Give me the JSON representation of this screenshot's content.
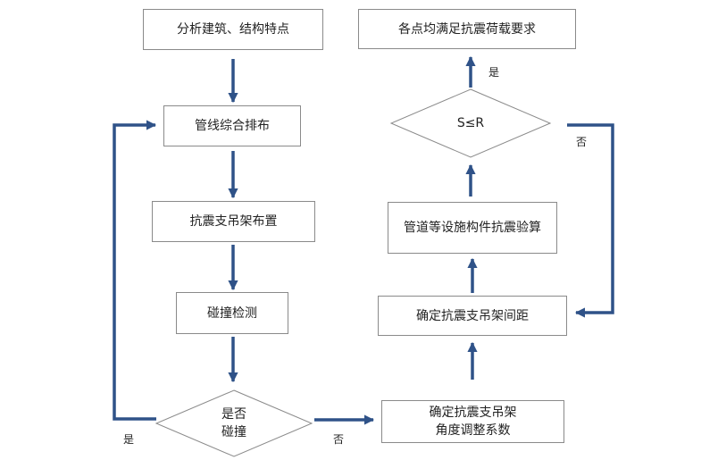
{
  "nodes": {
    "analyze": "分析建筑、结构特点",
    "pipeline": "管线综合排布",
    "bracing": "抗震支吊架布置",
    "collision": "碰撞检测",
    "collision_q_line1": "是否",
    "collision_q_line2": "碰撞",
    "angle_line1": "确定抗震支吊架",
    "angle_line2": "角度调整系数",
    "spacing": "确定抗震支吊架间距",
    "check": "管道等设施构件抗震验算",
    "compare": "S≤R",
    "result": "各点均满足抗震荷载要求"
  },
  "labels": {
    "yes_left": "是",
    "no_bottom": "否",
    "yes_top": "是",
    "no_right": "否"
  },
  "colors": {
    "arrow": "#2f5288",
    "border": "#8a8a8a"
  }
}
